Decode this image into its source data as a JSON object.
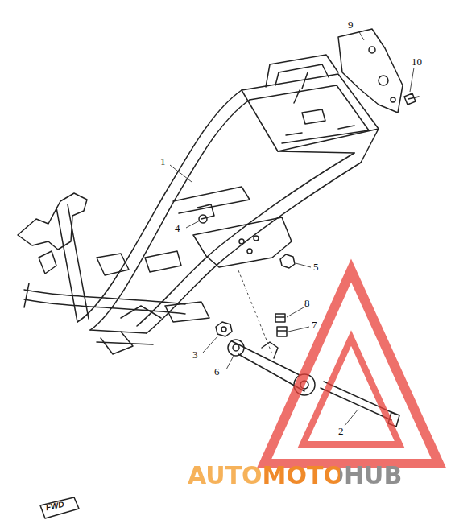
{
  "diagram": {
    "labels": [
      "9",
      "10",
      "1",
      "4",
      "5",
      "8",
      "7",
      "3",
      "6",
      "2",
      "FWD",
      "AUTOMOTOHUB"
    ]
  }
}
